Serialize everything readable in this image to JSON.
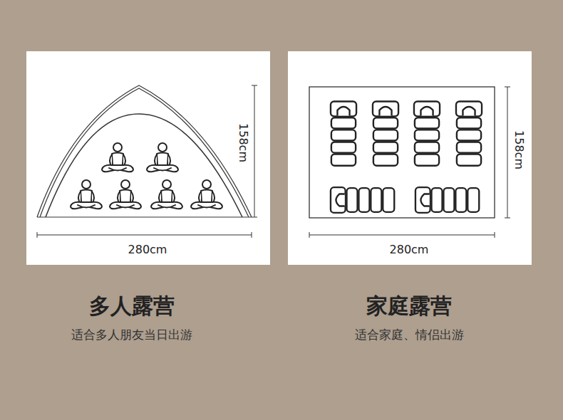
{
  "diagram": {
    "labels": [
      "158cm",
      "280cm",
      "158cm",
      "280cm",
      "多人露营",
      "适合多人朋友当日出游",
      "家庭露营",
      "适合家庭、情侣出游"
    ]
  }
}
